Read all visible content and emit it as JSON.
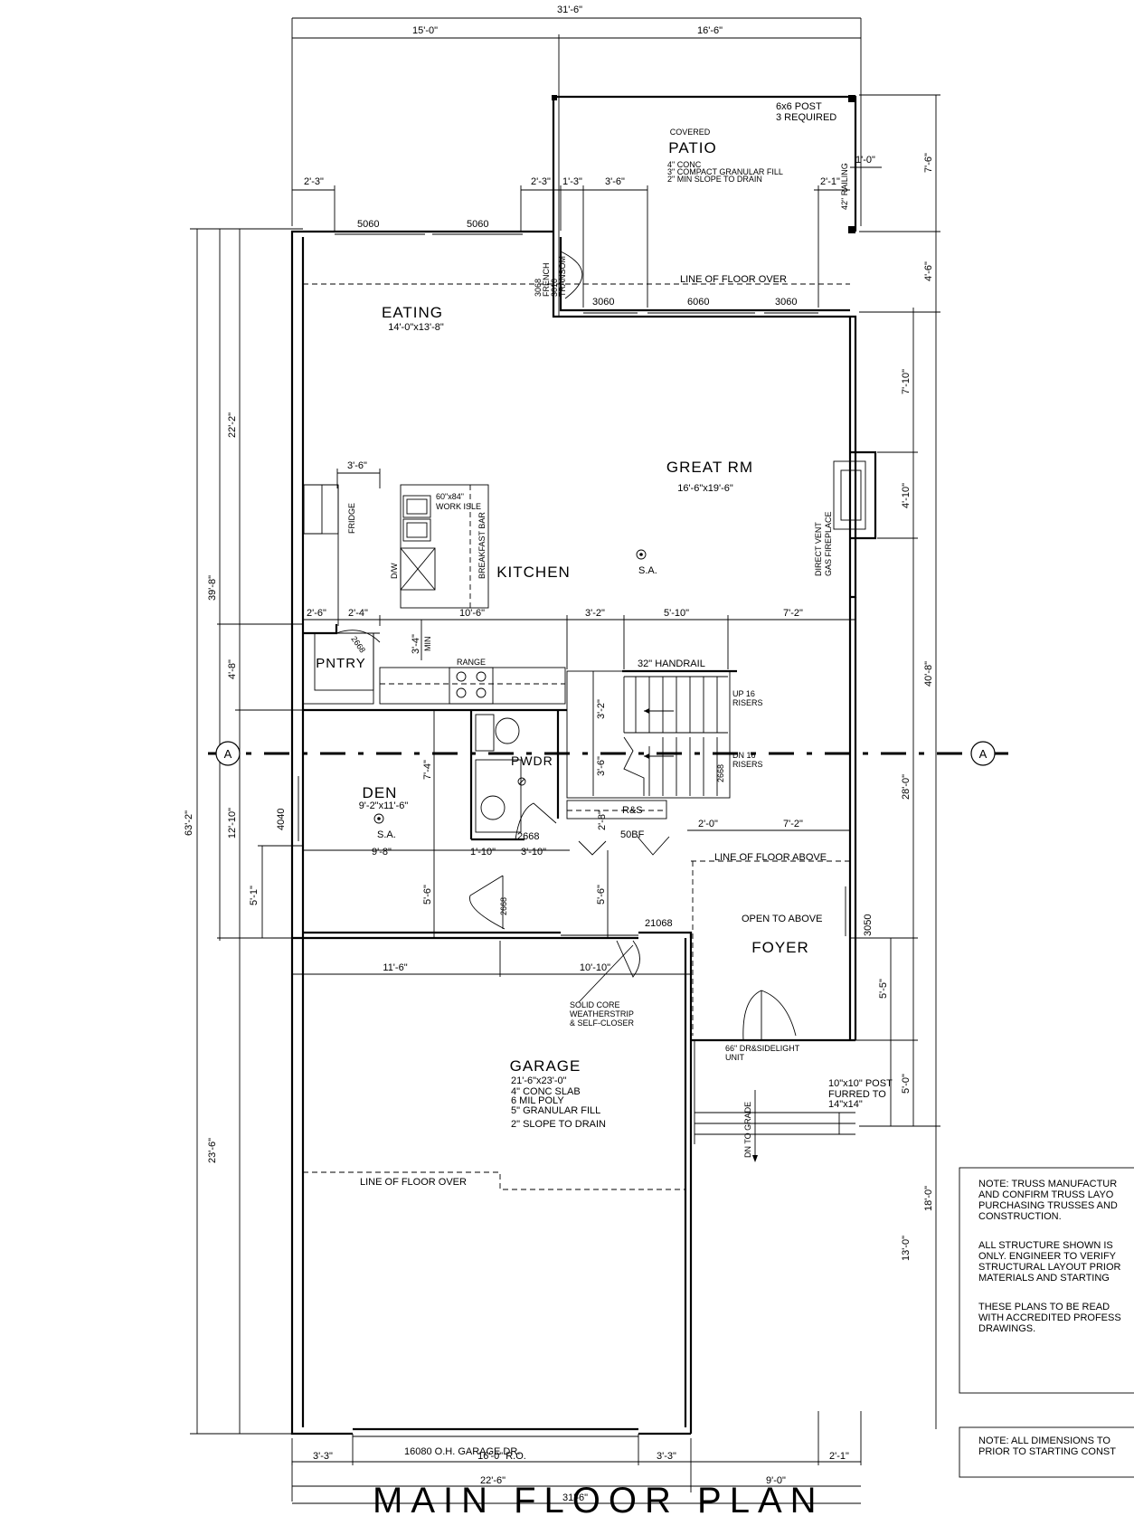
{
  "title": "MAIN FLOOR PLAN",
  "rooms": {
    "patio_sub": "COVERED",
    "patio": "PATIO",
    "patio_notes": [
      "4\" CONC",
      "3\" COMPACT GRANULAR FILL",
      "2\" MIN SLOPE TO DRAIN"
    ],
    "post_note": [
      "6x6 POST",
      "3 REQUIRED"
    ],
    "railing": "42\" RAILING",
    "eating": "EATING",
    "eating_size": "14'-0\"x13'-8\"",
    "great": "GREAT RM",
    "great_size": "16'-6\"x19'-6\"",
    "kitchen": "KITCHEN",
    "work_isle": [
      "60\"x84\"",
      "WORK ISLE"
    ],
    "breakfast_bar": "BREAKFAST BAR",
    "fridge": "FRIDGE",
    "dw": "D/W",
    "range": "RANGE",
    "pantry": "PNTRY",
    "den": "DEN",
    "den_size": "9'-2\"x11'-6\"",
    "pwdr": "PWDR",
    "rs": "R&S",
    "sa": "S.A.",
    "foyer": "FOYER",
    "open_above": "OPEN TO ABOVE",
    "garage": "GARAGE",
    "garage_notes": [
      "21'-6\"x23'-0\"",
      "4\" CONC SLAB",
      "6 MIL POLY",
      "5\" GRANULAR FILL",
      "2\" SLOPE TO DRAIN"
    ],
    "solid_core": [
      "SOLID CORE",
      "WEATHERSTRIP",
      "& SELF-CLOSER"
    ],
    "fireplace": [
      "DIRECT VENT",
      "GAS FIREPLACE"
    ],
    "handrail": "32\" HANDRAIL",
    "up_risers": [
      "UP 16",
      "RISERS"
    ],
    "dn_risers": [
      "DN 16",
      "RISERS"
    ],
    "line_floor_over": "LINE OF FLOOR OVER",
    "line_floor_above": "LINE OF FLOOR ABOVE",
    "french": [
      "3068",
      "FRENCH",
      "3010",
      "TRANSOM"
    ],
    "front_door": [
      "66\" DR&SIDELIGHT",
      "UNIT"
    ],
    "post_furred": [
      "10\"x10\" POST",
      "FURRED TO",
      "14\"x14\""
    ],
    "dn_grade": "DN TO GRADE",
    "garage_door": "16080 O.H. GARAGE DR.",
    "min": "MIN",
    "section": "A"
  },
  "windows": {
    "w1": "5060",
    "w2": "5060",
    "w3": "3060",
    "w4": "6060",
    "w5": "3060",
    "den_win": "4040",
    "foyer_win": "3050",
    "d_pantry": "2668",
    "d_pwdr": "2668",
    "d_den": "2668",
    "d_stair": "2668",
    "d_garage": "21068",
    "fifty_bf": "50BF"
  },
  "dims": {
    "top_total": "31'-6\"",
    "top_left": "15'-0\"",
    "top_right": "16'-6\"",
    "d_2_3a": "2'-3\"",
    "d_2_3b": "2'-3\"",
    "d_1_3": "1'-3\"",
    "d_3_6a": "3'-6\"",
    "d_2_1a": "2'-1\"",
    "d_1_0": "1'-0\"",
    "r_7_6": "7'-6\"",
    "r_4_6": "4'-6\"",
    "r_7_10": "7'-10\"",
    "r_4_10": "4'-10\"",
    "r_40_8": "40'-8\"",
    "r_28_0": "28'-0\"",
    "r_5_5": "5'-5\"",
    "r_5_0": "5'-0\"",
    "r_18_0": "18'-0\"",
    "r_13_0": "13'-0\"",
    "l_63_2": "63'-2\"",
    "l_39_8": "39'-8\"",
    "l_22_2": "22'-2\"",
    "l_4_8": "4'-8\"",
    "l_12_10": "12'-10\"",
    "l_5_1": "5'-1\"",
    "l_23_6": "23'-6\"",
    "k_3_6": "3'-6\"",
    "k_2_6": "2'-6\"",
    "k_2_4": "2'-4\"",
    "k_10_6": "10'-6\"",
    "k_3_2": "3'-2\"",
    "k_5_10": "5'-10\"",
    "k_7_2a": "7'-2\"",
    "k_3_4": "3'-4\"",
    "s_3_2": "3'-2\"",
    "s_3_6": "3'-6\"",
    "s_2_8": "2'-8\"",
    "s_2_0": "2'-0\"",
    "s_7_2b": "7'-2\"",
    "dn_7_4": "7'-4\"",
    "dn_9_8": "9'-8\"",
    "dn_1_10": "1'-10\"",
    "dn_3_10": "3'-10\"",
    "dn_5_6a": "5'-6\"",
    "dn_5_6b": "5'-6\"",
    "g_11_6": "11'-6\"",
    "g_10_10": "10'-10\"",
    "b_3_3a": "3'-3\"",
    "b_16_0": "16'-0\" R.O.",
    "b_3_3b": "3'-3\"",
    "b_2_1": "2'-1\"",
    "b_22_6": "22'-6\"",
    "b_9_0": "9'-0\"",
    "b_31_6": "31'-6\""
  },
  "notes": {
    "n1": [
      "NOTE:  TRUSS MANUFACTUR",
      "AND CONFIRM TRUSS LAYO",
      "PURCHASING TRUSSES AND",
      "CONSTRUCTION."
    ],
    "n2": [
      "ALL STRUCTURE SHOWN IS",
      "ONLY. ENGINEER TO VERIFY",
      "STRUCTURAL LAYOUT PRIOR",
      "MATERIALS AND STARTING"
    ],
    "n3": [
      "THESE PLANS TO BE READ",
      "WITH ACCREDITED PROFESS",
      "DRAWINGS."
    ],
    "n4": [
      "NOTE:  ALL DIMENSIONS TO",
      "PRIOR TO STARTING CONST"
    ]
  }
}
